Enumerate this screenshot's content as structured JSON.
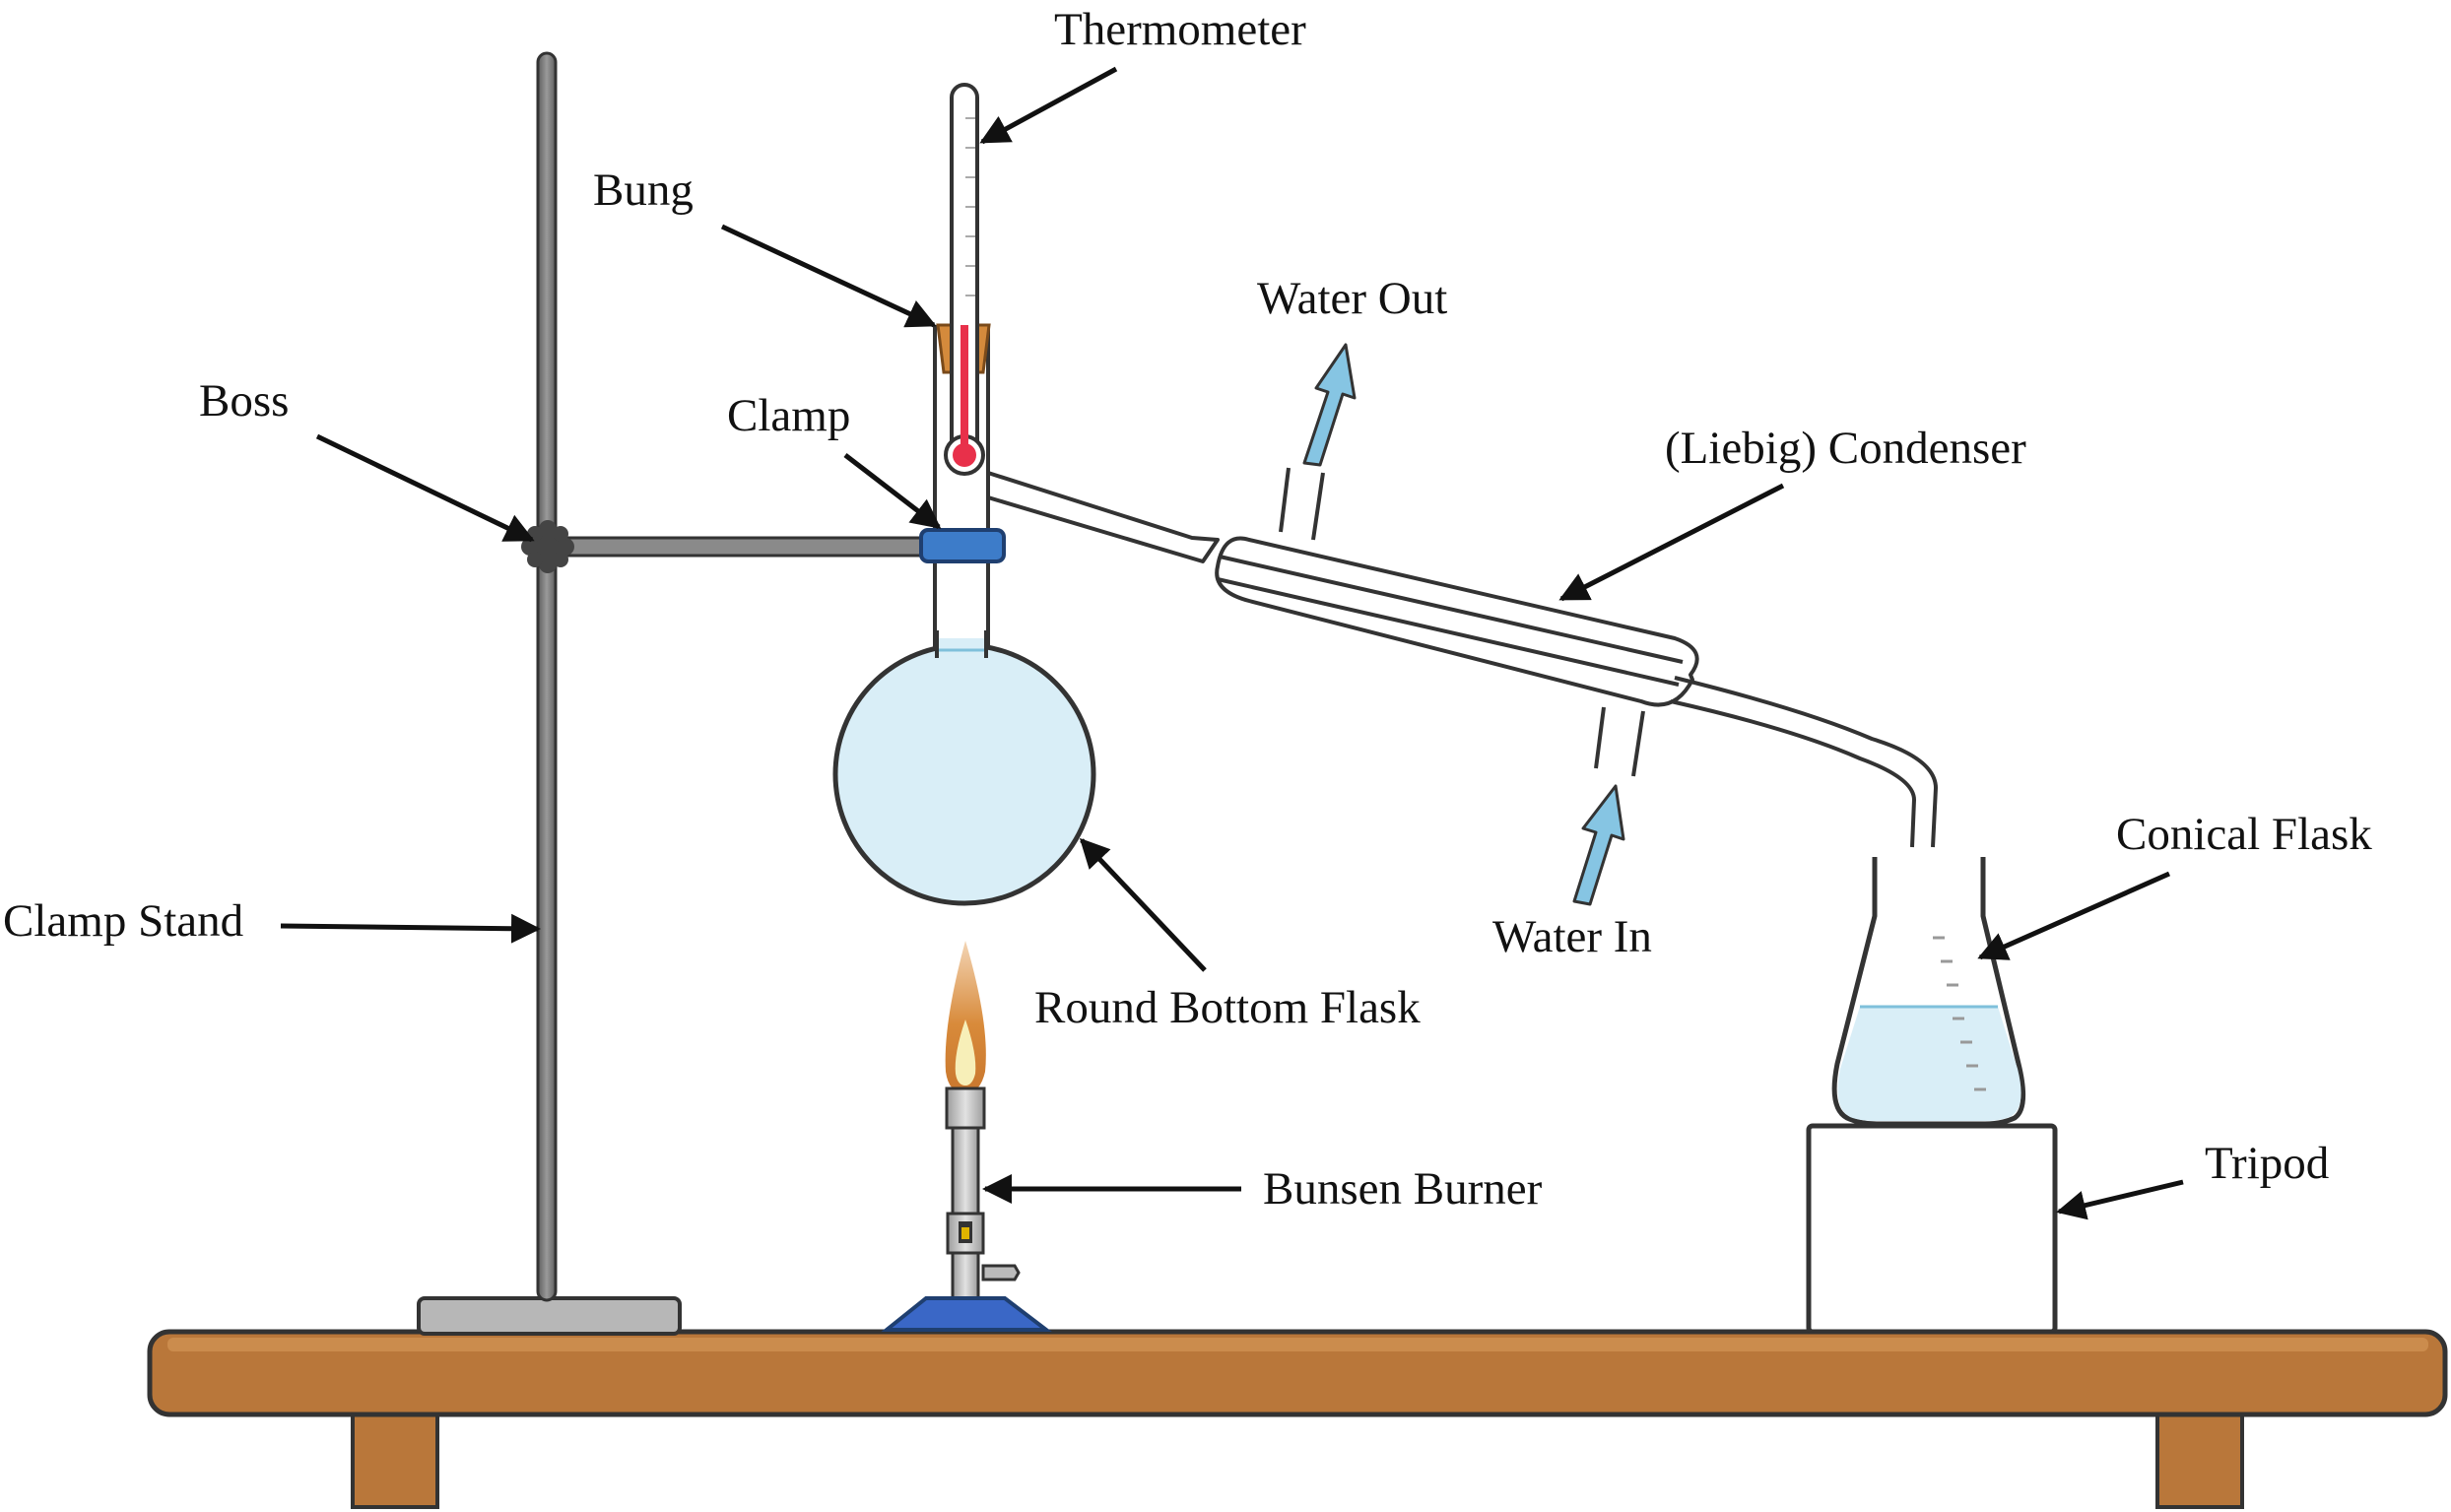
{
  "labels": {
    "thermometer": "Thermometer",
    "bung": "Bung",
    "water_out": "Water Out",
    "boss": "Boss",
    "clamp": "Clamp",
    "condenser": "(Liebig) Condenser",
    "conical_flask": "Conical Flask",
    "clamp_stand": "Clamp Stand",
    "water_in": "Water In",
    "round_bottom_flask": "Round Bottom Flask",
    "tripod": "Tripod",
    "bunsen_burner": "Bunsen Burner"
  },
  "colors": {
    "bench_top": "#b9773a",
    "bench_edge": "#5b3a1a",
    "liquid": "#d9eef7",
    "water_arrow": "#86c5e3",
    "clamp_blue": "#3d7cc9",
    "bung_orange": "#d48a3c",
    "thermo_red": "#e8304a",
    "burner_base": "#3a67c6",
    "stand_grey": "#7a7a7a",
    "flame_outer": "#d88a3a",
    "flame_inner": "#f7efb8"
  }
}
